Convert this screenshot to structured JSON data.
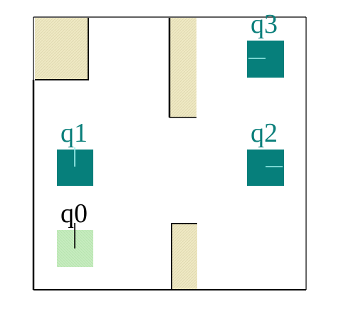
{
  "colors": {
    "background": "#ffffff",
    "wall_fill": "#efe9c4",
    "wall_hatch": "#d9d2a6",
    "wall_outline": "#000000",
    "state_teal": "#067f7b",
    "state_active_fill": "#c7ecc0",
    "state_active_hatch": "#aee0a6",
    "heading_tick_teal": "#9ff2ee",
    "heading_tick_active": "#000000",
    "label_teal": "#0b7f7b",
    "label_active": "#000000"
  },
  "walls": [
    {
      "name": "wall-top-left-block"
    },
    {
      "name": "wall-top-center-pillar"
    },
    {
      "name": "wall-bottom-center-pillar"
    }
  ],
  "states": [
    {
      "id": "q0",
      "label": "q0",
      "active": true,
      "heading": "up"
    },
    {
      "id": "q1",
      "label": "q1",
      "active": false,
      "heading": "up"
    },
    {
      "id": "q2",
      "label": "q2",
      "active": false,
      "heading": "right"
    },
    {
      "id": "q3",
      "label": "q3",
      "active": false,
      "heading": "left"
    }
  ]
}
